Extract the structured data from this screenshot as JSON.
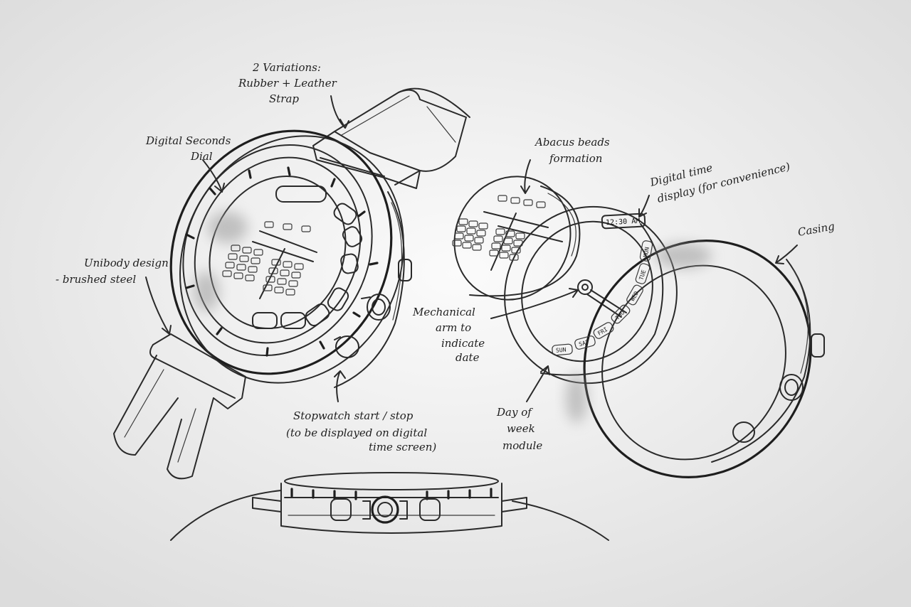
{
  "annotations": {
    "strap_variations": [
      "2 Variations:",
      "Rubber + Leather",
      "Strap"
    ],
    "digital_seconds_dial": [
      "Digital Seconds",
      "Dial"
    ],
    "unibody_design": [
      "Unibody design",
      "- brushed steel"
    ],
    "stopwatch": [
      "Stopwatch start / stop",
      "(to be displayed on digital",
      "time screen)"
    ],
    "abacus_beads": [
      "Abacus beads",
      "formation"
    ],
    "digital_time_display": [
      "Digital time",
      "display (for convenience)"
    ],
    "casing": [
      "Casing"
    ],
    "mechanical_arm": [
      "Mechanical",
      "arm to",
      "indicate",
      "date"
    ],
    "day_of_week": [
      "Day of",
      "week",
      "module"
    ]
  },
  "time_display": "12:30 AM",
  "weekdays": [
    "MON",
    "TUE",
    "WED",
    "THU",
    "FRI",
    "SAT",
    "SUN"
  ]
}
